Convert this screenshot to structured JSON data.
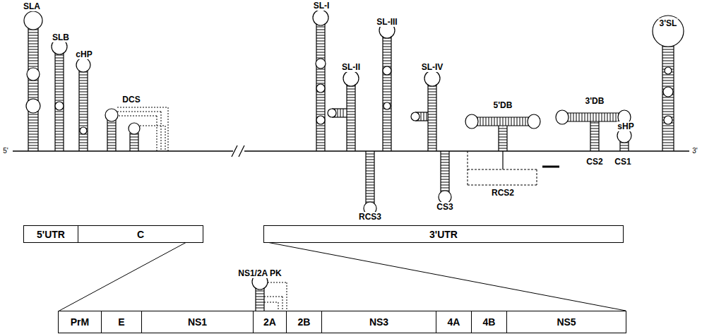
{
  "diagram": {
    "nodes": [
      {
        "text": [
          "5'UTR"
        ]
      },
      {
        "text": [
          "C"
        ]
      },
      {
        "text": [
          "3'UTR"
        ]
      },
      {
        "text": [
          "PrM"
        ]
      },
      {
        "text": [
          "E"
        ]
      },
      {
        "text": [
          "NS1"
        ]
      },
      {
        "text": [
          "2A"
        ]
      },
      {
        "text": [
          "2B"
        ]
      },
      {
        "text": [
          "NS3"
        ]
      },
      {
        "text": [
          "4A"
        ]
      },
      {
        "text": [
          "4B"
        ]
      },
      {
        "text": [
          "NS5"
        ]
      }
    ],
    "labels": [
      "SLA",
      "SLB",
      "cHP",
      "DCS",
      "SL-I",
      "SL-II",
      "SL-III",
      "SL-IV",
      "RCS3",
      "CS3",
      "5'DB",
      "3'DB",
      "RCS2",
      "CS2",
      "sHP",
      "CS1",
      "3'SL",
      "5'",
      "3'",
      "NS1/2A PK"
    ]
  }
}
